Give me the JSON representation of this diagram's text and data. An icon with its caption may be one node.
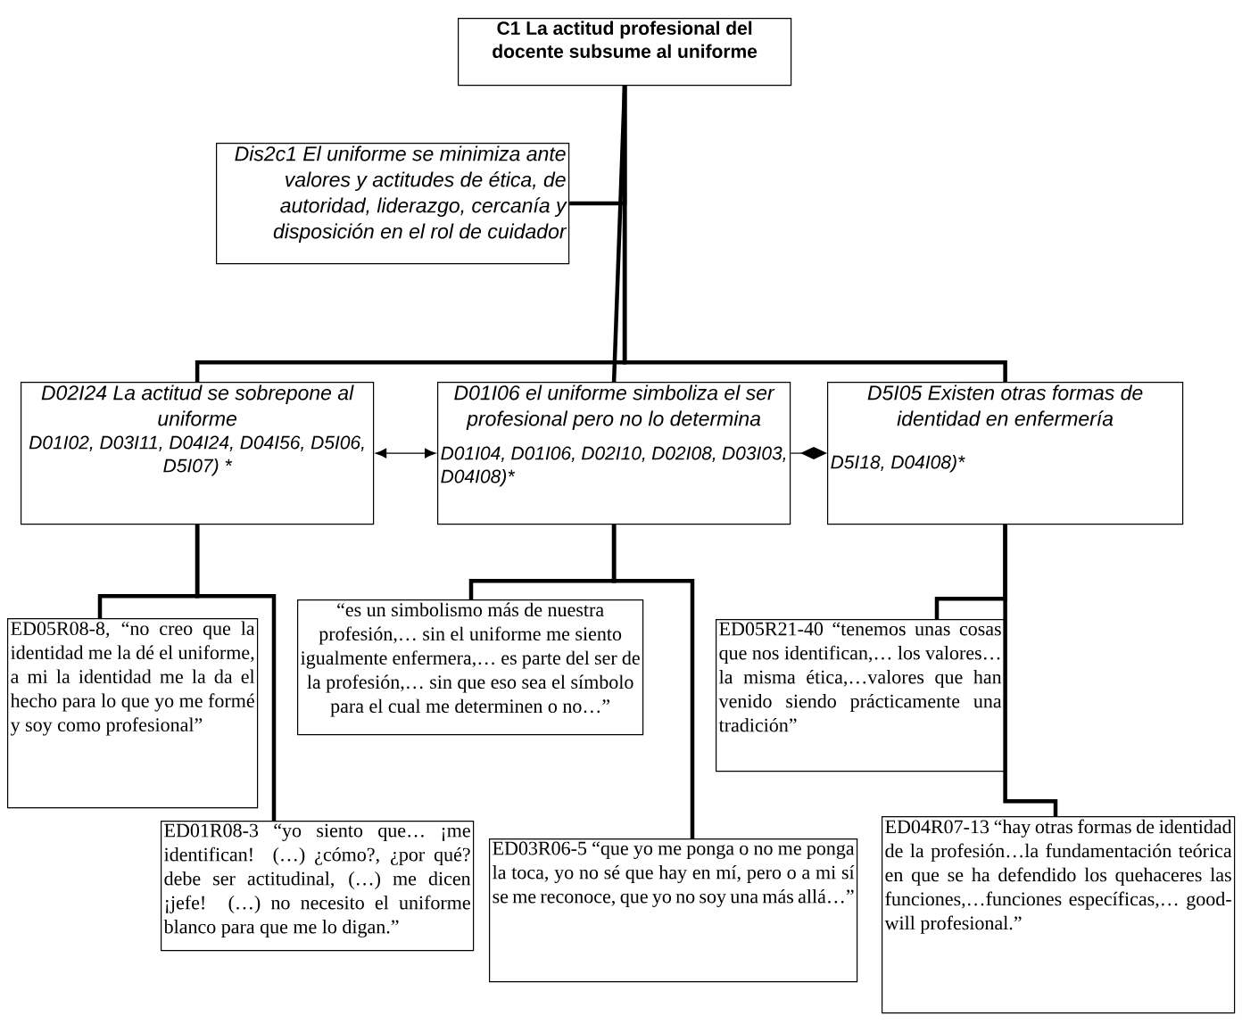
{
  "diagram": {
    "nodes": [
      {
        "text": [
          "C1 La actitud profesional del docente subsume al uniforme"
        ]
      },
      {
        "text": [
          "Dis2c1 El uniforme se minimiza ante valores y actitudes de ética, de autoridad, liderazgo, cercanía y disposición en el rol de cuidador"
        ]
      },
      {
        "text": [
          "D02I24 La actitud se sobrepone al uniforme",
          "D01I02, D03I11, D04I24, D04I56, D5I06, D5I07) *"
        ]
      },
      {
        "text": [
          "D01I06 el uniforme simboliza el ser profesional pero no lo determina",
          "D01I04, D01I06, D02I10, D02I08, D03I03, D04I08)*"
        ]
      },
      {
        "text": [
          "D5I05 Existen otras formas de identidad en enfermería",
          "D5I18, D04I08)*"
        ]
      },
      {
        "text": [
          "ED05R08-8, “no creo que la identidad me la dé el uniforme, a mi la identidad me la da el hecho para lo que yo me formé y soy como profesional”"
        ]
      },
      {
        "text": [
          "ED01R08-3 “yo siento que… ¡me identifican! (…) ¿cómo?, ¿por qué? debe ser actitudinal, (…) me dicen ¡jefe! (…) no necesito el uniforme blanco para que me lo digan.”"
        ]
      },
      {
        "text": [
          "“es un simbolismo más de nuestra profesión,… sin el uniforme me siento igualmente enfermera,… es parte del ser de la profesión,… sin que eso sea el símbolo para el cual me determinen o no…”"
        ]
      },
      {
        "text": [
          "ED03R06-5 “que yo me ponga o no me ponga la toca, yo no sé que hay en mí, pero o a mi sí se me reconoce, que yo no soy una más allá…”"
        ]
      },
      {
        "text": [
          "ED05R21-40 “tenemos unas cosas que nos identifican,… los valores… la misma ética,…valores que han venido siendo prácticamente una tradición”"
        ]
      },
      {
        "text": [
          "ED04R07-13 “hay otras formas de identidad de la profesión…la fundamentación teórica en que se ha defendido los quehaceres las funciones,…funciones específicas,… good-will profesional.”"
        ]
      }
    ],
    "edges": [
      {
        "from": 0,
        "to": 1,
        "arrow": "none"
      },
      {
        "from": 0,
        "to": 2,
        "arrow": "none"
      },
      {
        "from": 0,
        "to": 3,
        "arrow": "none"
      },
      {
        "from": 0,
        "to": 4,
        "arrow": "none"
      },
      {
        "from": 2,
        "to": 3,
        "arrow": "both"
      },
      {
        "from": 3,
        "to": 4,
        "arrow": "other"
      },
      {
        "from": 2,
        "to": 5,
        "arrow": "none"
      },
      {
        "from": 2,
        "to": 6,
        "arrow": "none"
      },
      {
        "from": 3,
        "to": 7,
        "arrow": "none"
      },
      {
        "from": 3,
        "to": 8,
        "arrow": "none"
      },
      {
        "from": 4,
        "to": 9,
        "arrow": "none"
      },
      {
        "from": 4,
        "to": 10,
        "arrow": "none"
      }
    ]
  }
}
